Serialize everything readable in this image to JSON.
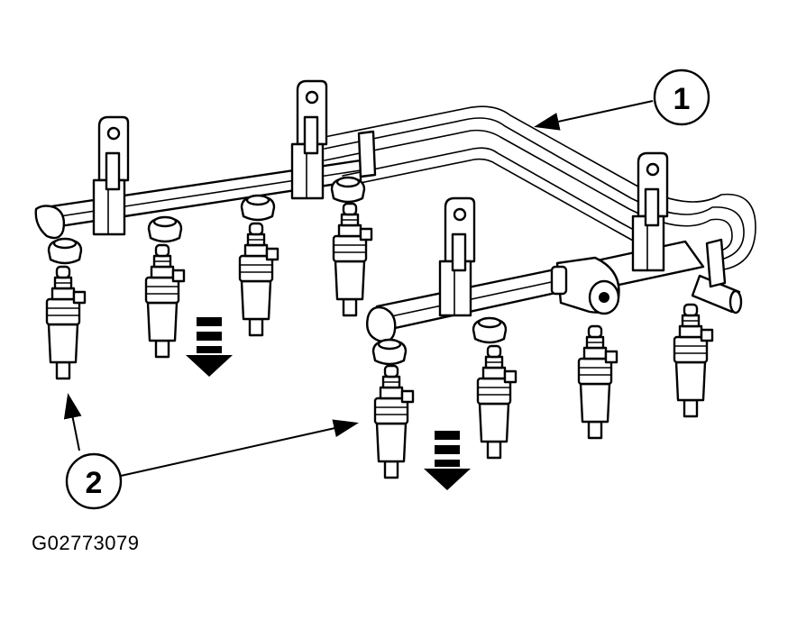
{
  "callouts": [
    {
      "label": "1"
    },
    {
      "label": "2"
    }
  ],
  "figure_id": "G02773079",
  "icons": [
    "fuel-rail",
    "fuel-injector",
    "mounting-bracket",
    "pressure-regulator",
    "down-arrow"
  ],
  "colors": {
    "ink": "#000000",
    "paper": "#ffffff"
  }
}
